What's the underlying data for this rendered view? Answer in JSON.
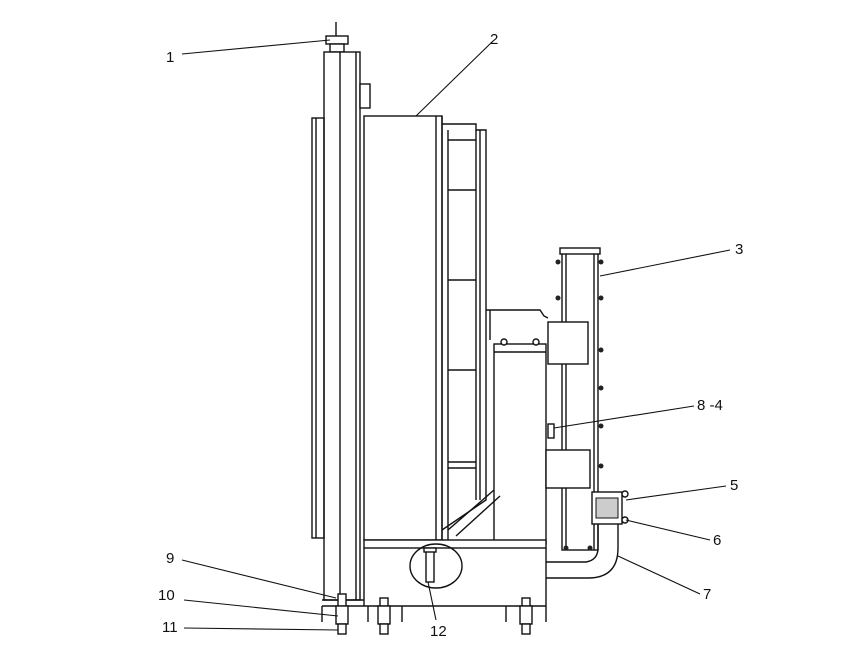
{
  "callouts": [
    {
      "id": "1",
      "text": "1"
    },
    {
      "id": "2",
      "text": "2"
    },
    {
      "id": "3",
      "text": "3"
    },
    {
      "id": "4",
      "text": "8 -4"
    },
    {
      "id": "5",
      "text": "5"
    },
    {
      "id": "6",
      "text": "6"
    },
    {
      "id": "7",
      "text": "7"
    },
    {
      "id": "9",
      "text": "9"
    },
    {
      "id": "10",
      "text": "10"
    },
    {
      "id": "11",
      "text": "11"
    },
    {
      "id": "12",
      "text": "12"
    }
  ]
}
